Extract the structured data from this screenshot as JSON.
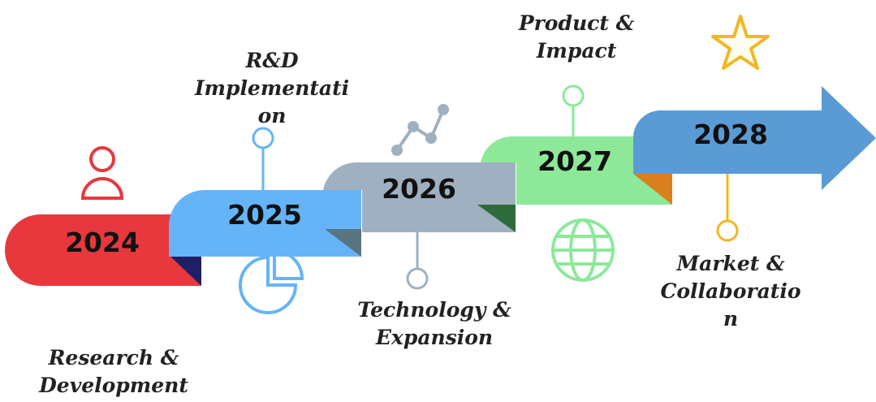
{
  "timeline": {
    "milestones": [
      {
        "year": "2024",
        "label_lines": [
          "Research &",
          "Development"
        ],
        "color": "#e8383d",
        "fold_color": "#1f1f66",
        "icon": "user-icon"
      },
      {
        "year": "2025",
        "label_lines": [
          "R&D",
          "Implementati",
          "on"
        ],
        "color": "#66b4f8",
        "fold_color": "#5b7580",
        "icon": "pie-chart-icon"
      },
      {
        "year": "2026",
        "label_lines": [
          "Technology &",
          "Expansion"
        ],
        "color": "#9fb0c0",
        "fold_color": "#2e6b3a",
        "icon": "line-chart-icon"
      },
      {
        "year": "2027",
        "label_lines": [
          "Product &",
          "Impact"
        ],
        "color": "#8de89a",
        "fold_color": "#d97f1e",
        "icon": "globe-icon"
      },
      {
        "year": "2028",
        "label_lines": [
          "Market &",
          "Collaboratio",
          "n"
        ],
        "color": "#5b9bd5",
        "fold_color": "#d97f1e",
        "icon": "star-icon"
      }
    ]
  }
}
